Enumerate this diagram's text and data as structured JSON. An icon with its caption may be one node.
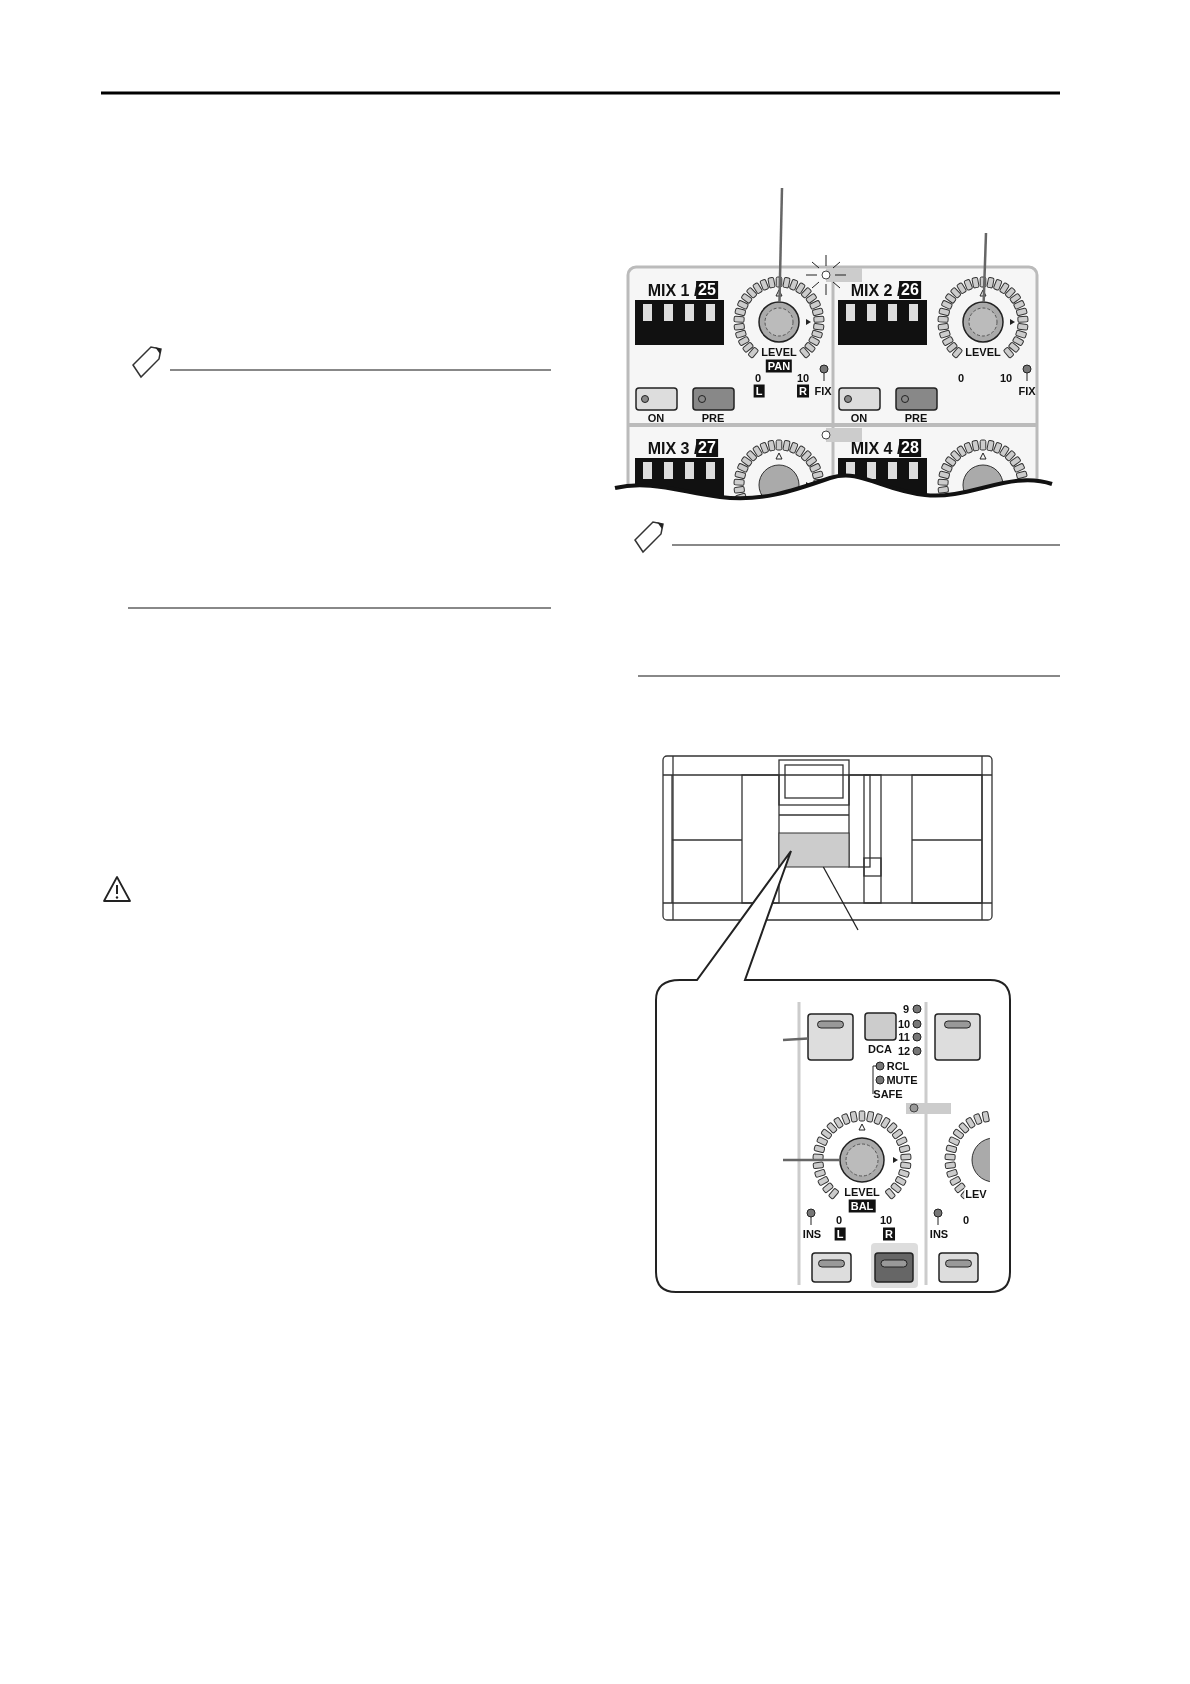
{
  "diagram": {
    "nodes": [
      {
        "text": [],
        "shape": "circle",
        "beside": [
          "LEVEL"
        ]
      },
      {
        "text": [],
        "shape": "circle",
        "beside": [
          "LEVEL"
        ]
      },
      {
        "text": [],
        "shape": "box"
      },
      {
        "text": [],
        "shape": "box"
      },
      {
        "text": [],
        "shape": "circle",
        "beside": [
          "LEVEL"
        ]
      }
    ],
    "edges": [
      {
        "from": null,
        "to": 0,
        "arrow": "none"
      },
      {
        "from": null,
        "to": 1,
        "arrow": "none"
      },
      {
        "from": null,
        "to": 2,
        "arrow": "none"
      },
      {
        "from": null,
        "to": 3,
        "arrow": "none"
      },
      {
        "from": null,
        "to": 4,
        "arrow": "none"
      }
    ],
    "labels": [
      "MIX 1 /",
      "25",
      "MIX 2 /",
      "26",
      "PAN",
      "0",
      "10",
      "0",
      "10",
      "L",
      "R",
      "FIX",
      "FIX",
      "ON",
      "PRE",
      "ON",
      "PRE",
      "MIX 3 /",
      "27",
      "MIX 4 /",
      "28",
      "9",
      "10",
      "11",
      "DCA",
      "12",
      "RCL",
      "MUTE",
      "SAFE",
      "LEV",
      "BAL",
      "0",
      "10",
      "0",
      "INS",
      "L",
      "R",
      "INS"
    ]
  }
}
